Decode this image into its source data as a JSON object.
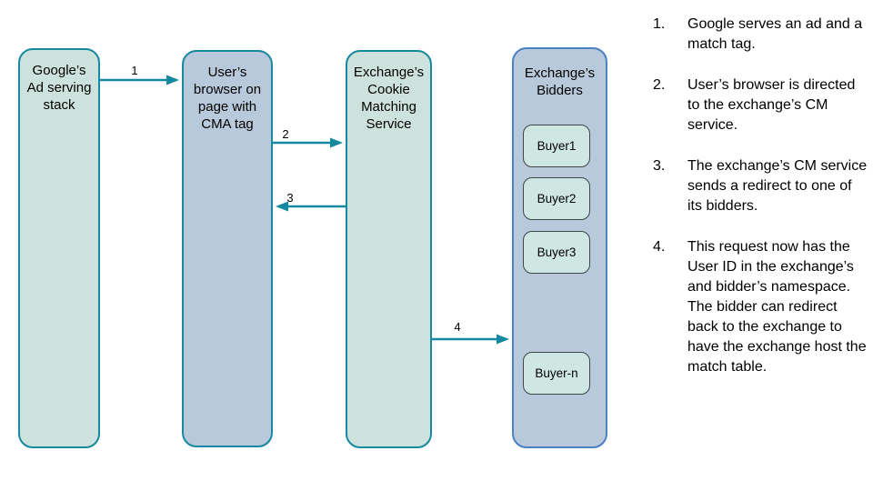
{
  "colors": {
    "teal_border": "#1489a0",
    "blue_border": "#4a80c4",
    "green_fill": "#cde2dc",
    "blue_gray_fill": "#b7c9da",
    "buyer_fill": "#cfe7e2",
    "buyer_border": "#3f4648",
    "arrow": "#1489a0",
    "text": "#000000"
  },
  "nodes": {
    "google": {
      "label": "Google’s\nAd serving\nstack"
    },
    "browser": {
      "label": "User’s\nbrowser on\npage with\nCMA tag"
    },
    "cm_service": {
      "label": "Exchange’s\nCookie\nMatching\nService"
    },
    "bidders": {
      "label": "Exchange’s\nBidders",
      "buyers": [
        {
          "label": "Buyer1"
        },
        {
          "label": "Buyer2"
        },
        {
          "label": "Buyer3"
        },
        {
          "label": "Buyer-n"
        }
      ]
    }
  },
  "arrows": [
    {
      "label": "1",
      "from": "google",
      "to": "browser"
    },
    {
      "label": "2",
      "from": "browser",
      "to": "cm_service"
    },
    {
      "label": "3",
      "from": "cm_service",
      "to": "browser"
    },
    {
      "label": "4",
      "from": "cm_service",
      "to": "bidders"
    }
  ],
  "steps": [
    {
      "num": "1.",
      "text": "Google serves an ad and a match tag."
    },
    {
      "num": "2.",
      "text": "User’s browser is directed to the exchange’s CM service."
    },
    {
      "num": "3.",
      "text": "The exchange’s CM service sends a redirect to one of its bidders."
    },
    {
      "num": "4.",
      "text": "This request now has the User ID in the exchange’s and bidder’s namespace. The bidder can redirect back to the exchange to have the exchange host the match table."
    }
  ]
}
